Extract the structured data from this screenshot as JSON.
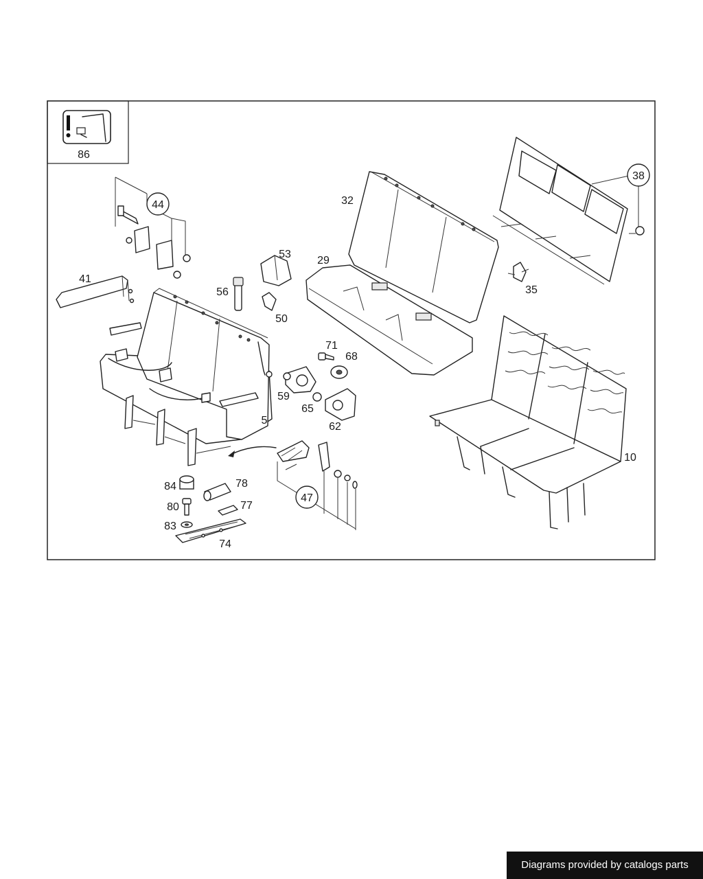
{
  "diagram": {
    "callouts": {
      "c86": "86",
      "c44": "44",
      "c41": "41",
      "c56": "56",
      "c53": "53",
      "c50": "50",
      "c32": "32",
      "c29": "29",
      "c38": "38",
      "c35": "35",
      "c71": "71",
      "c68": "68",
      "c59": "59",
      "c65": "65",
      "c62": "62",
      "c5": "5",
      "c10": "10",
      "c84": "84",
      "c78": "78",
      "c80": "80",
      "c77": "77",
      "c83": "83",
      "c74": "74",
      "c47": "47"
    }
  },
  "footer": {
    "credit": "Diagrams provided by catalogs parts"
  },
  "colors": {
    "line": "#222222",
    "background": "#ffffff",
    "badge": "#111111",
    "badge_text": "#ffffff"
  }
}
